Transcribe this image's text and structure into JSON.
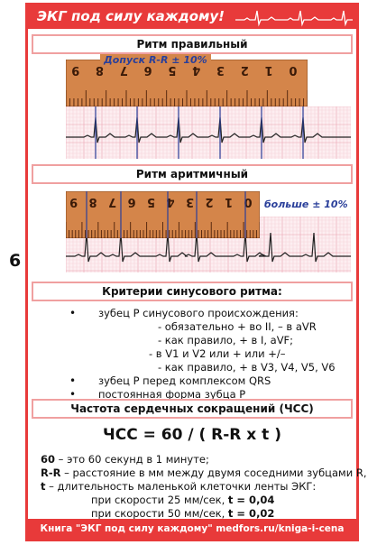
{
  "header": {
    "title": "ЭКГ под силу каждому!"
  },
  "page_number": "6",
  "section1": {
    "title": "Ритм правильный",
    "note": "Допуск R-R ± 10%",
    "ruler_numbers": [
      "9",
      "8",
      "7",
      "6",
      "5",
      "4",
      "3",
      "2",
      "1",
      "0"
    ]
  },
  "section2": {
    "title": "Ритм аритмичный",
    "note": "больше ± 10%",
    "ruler_numbers": [
      "9",
      "8",
      "7",
      "6",
      "5",
      "4",
      "3",
      "2",
      "1",
      "0"
    ]
  },
  "section3": {
    "title": "Критерии синусового ритма:",
    "items": [
      {
        "bullet": "•",
        "text": "зубец P синусового происхождения:"
      },
      {
        "bullet": "",
        "text": "- обязательно + во II, – в aVR"
      },
      {
        "bullet": "",
        "text": "- как правило, + в I, aVF;"
      },
      {
        "bullet": "",
        "text": "- в V1 и V2 или + или +/–"
      },
      {
        "bullet": "",
        "text": "- как правило, + в V3, V4, V5, V6"
      },
      {
        "bullet": "•",
        "text": "зубец P перед комплексом QRS"
      },
      {
        "bullet": "•",
        "text": "постоянная форма зубца P"
      }
    ]
  },
  "section4": {
    "title": "Частота сердечных сокращений (ЧСС)",
    "formula": "ЧСС = 60 / ( R-R x t )",
    "line1_bold": "60",
    "line1": " – это 60 секунд в 1 минуте;",
    "line2_bold": "R-R",
    "line2": " – расстояние в мм между двумя соседними зубцами R,",
    "line3_bold": "t",
    "line3": " – длительность маленькой клеточки ленты ЭКГ:",
    "line4": "при скорости 25 мм/сек, ",
    "line4_bold": "t = 0,04",
    "line5": "при скорости 50 мм/сек, ",
    "line5_bold": "t = 0,02"
  },
  "footer": {
    "text": "Книга \"ЭКГ под силу каждому\" medfors.ru/kniga-i-cena"
  },
  "colors": {
    "accent": "#e83a3a",
    "ruler": "#d4854a",
    "grid": "#f5c8cf",
    "note": "#2a3f9a"
  }
}
